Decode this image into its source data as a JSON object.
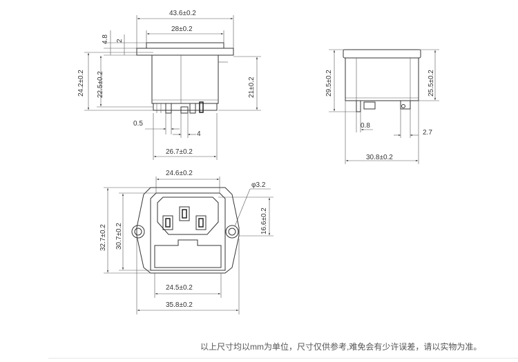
{
  "drawing": {
    "side_view": {
      "dim_width": "43.6±0.2",
      "dim_inner": "28±0.2",
      "dim_top": "4.8",
      "dim_flange": "2",
      "dim_total_height": "24.2±0.2",
      "dim_body_height": "22.5±0.2",
      "dim_right_height": "21±0.2",
      "dim_pin_offset": "0.5",
      "dim_pin_pitch": "4",
      "dim_base_width": "26.7±0.2"
    },
    "end_view": {
      "dim_total_height": "29.5±0.2",
      "dim_body_height": "25.5±0.2",
      "dim_pin_offset": "0.8",
      "dim_pin_width": "2.7",
      "dim_width": "30.8±0.2"
    },
    "front_view": {
      "dim_top_width": "24.6±0.2",
      "dim_hole": "φ3.2",
      "dim_total_height": "32.7±0.2",
      "dim_inner_height": "30.7±0.2",
      "dim_socket_height": "16.6±0.2",
      "dim_bottom_inner": "24.5±0.2",
      "dim_bottom_total": "35.8±0.2"
    }
  },
  "footer": {
    "note": "以上尺寸均以mm为单位，尺寸仅供参考,难免会有少许误差，请以实物为准。"
  }
}
